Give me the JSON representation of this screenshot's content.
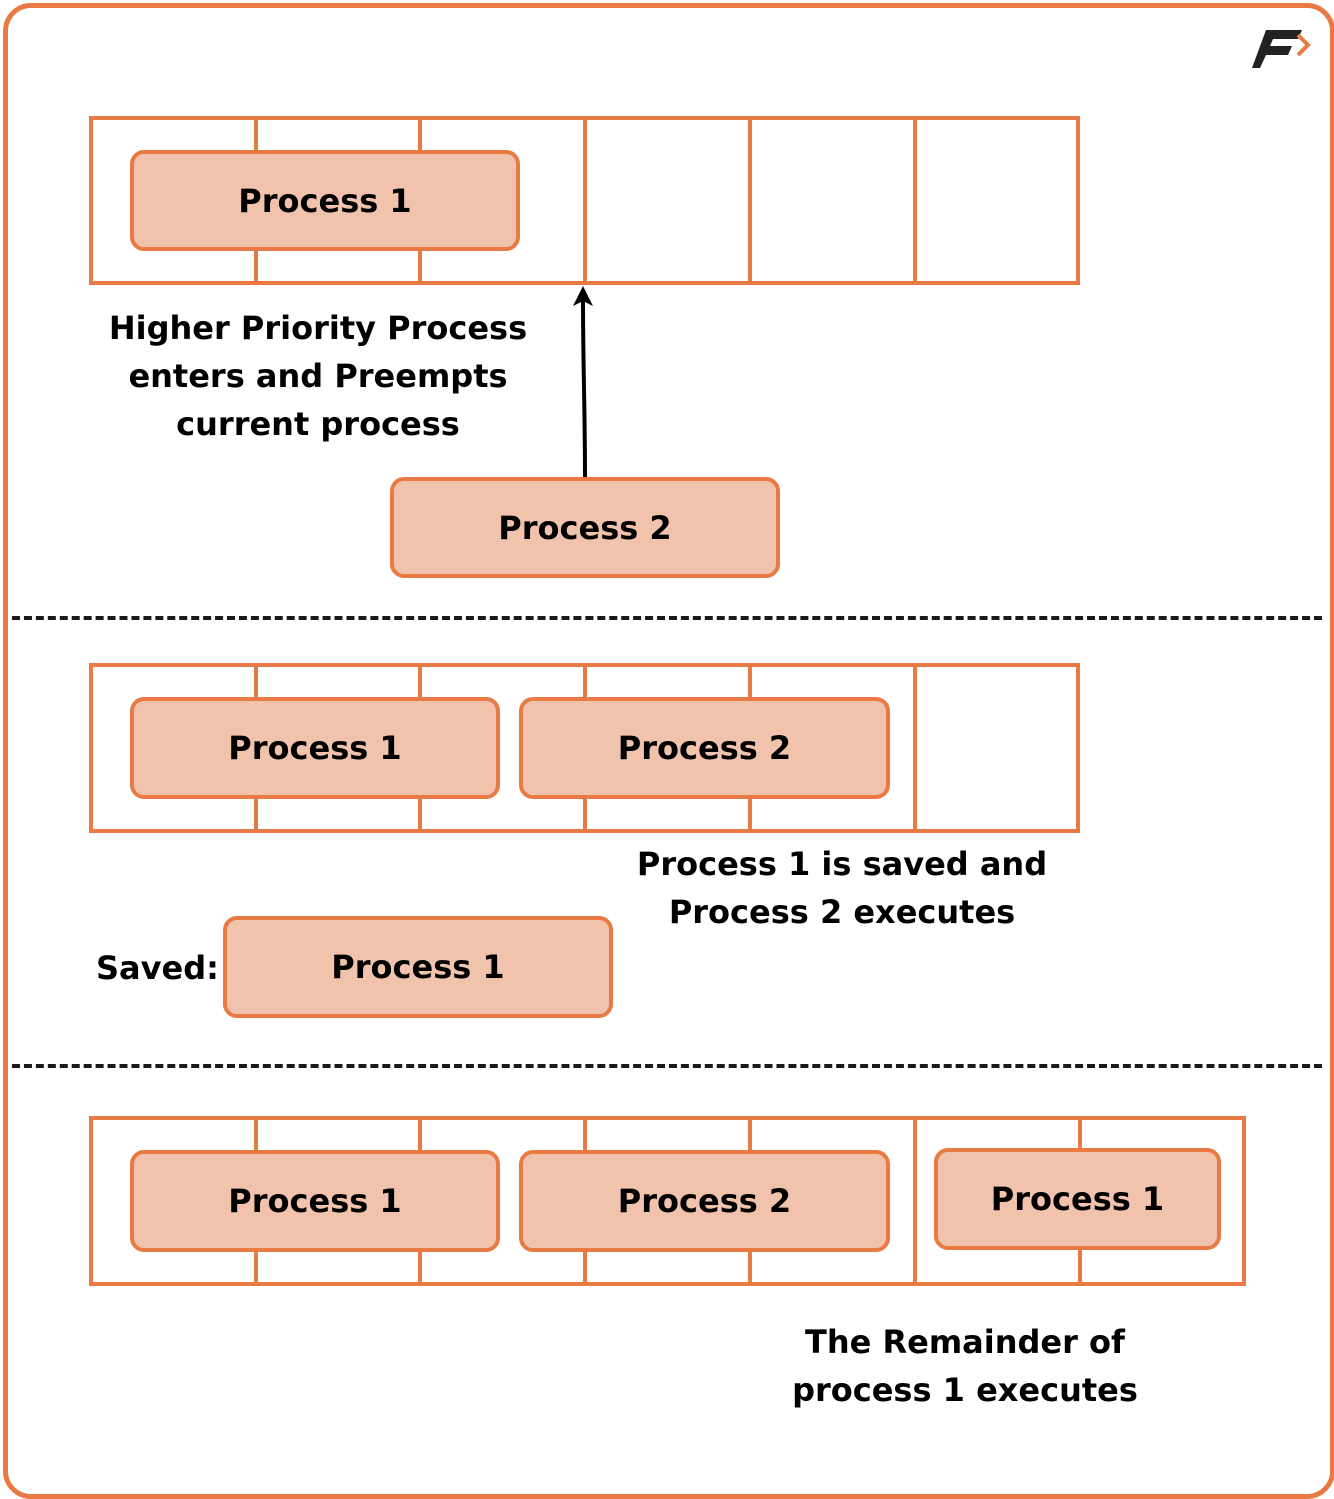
{
  "colors": {
    "accent": "#E97A43",
    "process_fill": "#F2C3AC",
    "text": "#000000"
  },
  "logo": {
    "icon": "brand-f-logo-icon"
  },
  "stage1": {
    "process1_label": "Process 1",
    "process2_label": "Process 2",
    "caption_lines": [
      "Higher Priority Process",
      "enters and Preempts",
      "current process"
    ]
  },
  "stage2": {
    "process1_label": "Process 1",
    "process2_label": "Process 2",
    "caption_lines": [
      "Process 1 is saved and",
      "Process 2 executes"
    ],
    "saved_label": "Saved:",
    "saved_process_label": "Process 1"
  },
  "stage3": {
    "process1_label": "Process 1",
    "process2_label": "Process 2",
    "process1_remainder_label": "Process 1",
    "caption_lines": [
      "The Remainder of",
      "process 1 executes"
    ]
  }
}
